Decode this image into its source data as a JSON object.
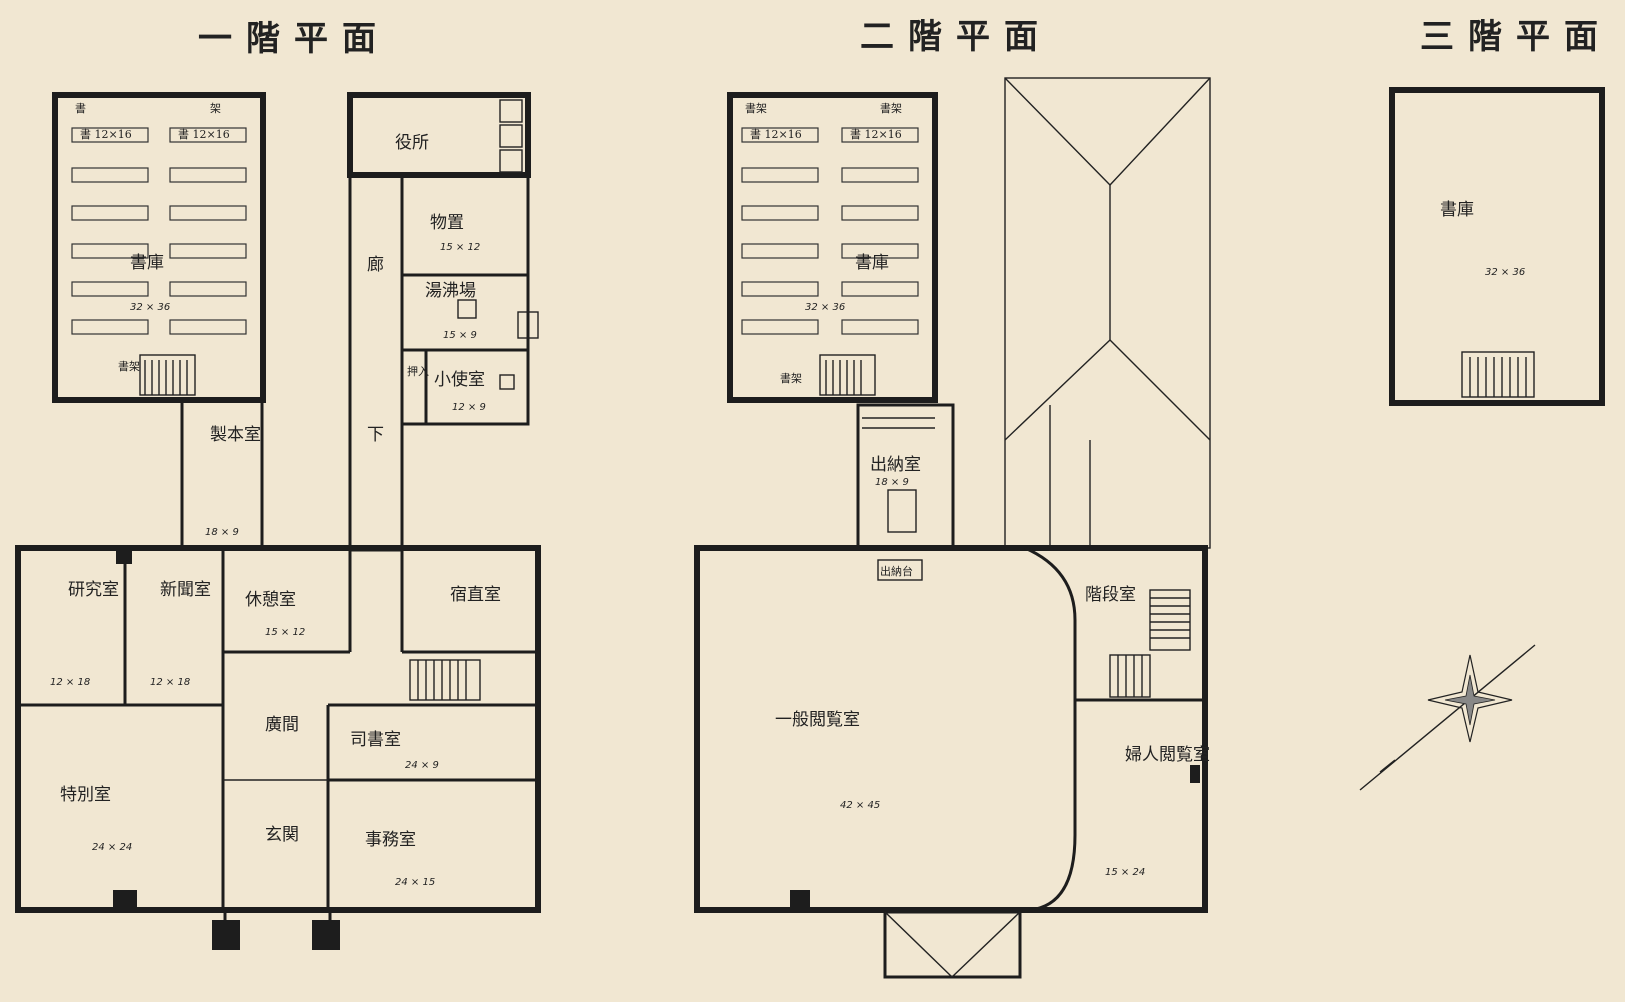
{
  "titles": {
    "floor1": "一階平面",
    "floor2": "二階平面",
    "floor3": "三階平面"
  },
  "floor1": {
    "stack": {
      "name": "書庫",
      "dim": "32 × 36",
      "shelf_label_left": "書 12×16",
      "shelf_label_right": "書 12×16",
      "top_left": "書",
      "top_right": "架",
      "stair_label": "書架"
    },
    "office_top": "役所",
    "storage": {
      "name": "物置",
      "dim": "15 × 12"
    },
    "bath": {
      "name": "湯沸場",
      "dim": "15 × 9"
    },
    "closet": "押入",
    "janitor": {
      "name": "小使室",
      "dim": "12 × 9"
    },
    "corridor_top": "廊",
    "corridor_bottom": "下",
    "binding": {
      "name": "製本室",
      "dim": "18 × 9"
    },
    "research": {
      "name": "研究室",
      "dim": "12 × 18"
    },
    "newspaper": {
      "name": "新聞室",
      "dim": "12 × 18"
    },
    "lounge": {
      "name": "休憩室",
      "dim": "15 × 12"
    },
    "night": {
      "name": "宿直室"
    },
    "hall": "廣間",
    "librarian": {
      "name": "司書室",
      "dim": "24 × 9"
    },
    "special": {
      "name": "特別室",
      "dim": "24 × 24"
    },
    "entrance": "玄関",
    "office": {
      "name": "事務室",
      "dim": "24 × 15"
    }
  },
  "floor2": {
    "stack": {
      "name": "書庫",
      "dim": "32 × 36",
      "shelf_label_left": "書 12×16",
      "shelf_label_right": "書 12×16",
      "top_left": "書架",
      "top_right": "書架",
      "bottom_left": "書架"
    },
    "delivery": {
      "name": "出納室",
      "dim": "18 × 9"
    },
    "counter": "出納台",
    "reading": {
      "name": "一般閲覧室",
      "dim": "42 × 45"
    },
    "stair": "階段室",
    "women": {
      "name": "婦人閲覧室",
      "dim": "15 × 24"
    }
  },
  "floor3": {
    "stack": {
      "name": "書庫",
      "dim": "32 × 36"
    }
  }
}
